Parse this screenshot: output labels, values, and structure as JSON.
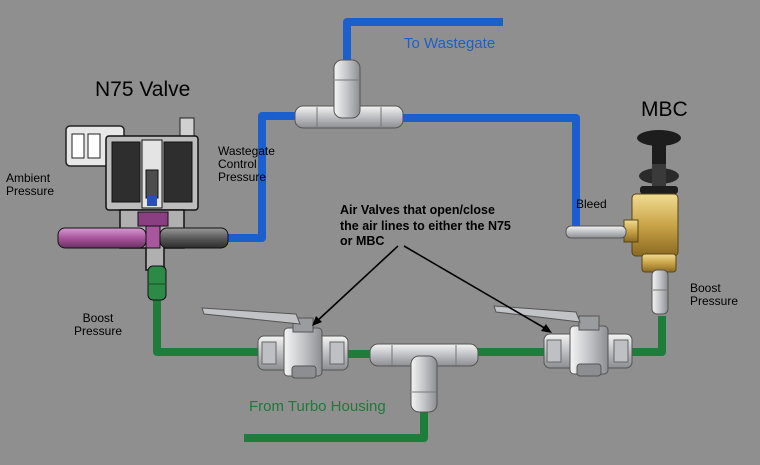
{
  "diagram": {
    "titles": {
      "n75": "N75 Valve",
      "mbc": "MBC"
    },
    "labels": {
      "to_wastegate": "To Wastegate",
      "from_turbo": "From Turbo Housing",
      "ambient_line1": "Ambient",
      "ambient_line2": "Pressure",
      "wg_line1": "Wastegate",
      "wg_line2": "Control",
      "wg_line3": "Pressure",
      "boost_left_line1": "Boost",
      "boost_left_line2": "Pressure",
      "boost_right_line1": "Boost",
      "boost_right_line2": "Pressure",
      "bleed": "Bleed"
    },
    "callout": {
      "line1": "Air Valves that open/close",
      "line2": "the air lines to either the N75",
      "line3": "or MBC"
    },
    "colors": {
      "background": "#8f8f8f",
      "wastegate_line": "#1b5fcf",
      "boost_line": "#1f7d3c",
      "fitting_metal": "#d9dadc",
      "brass": "#c9a448"
    }
  }
}
